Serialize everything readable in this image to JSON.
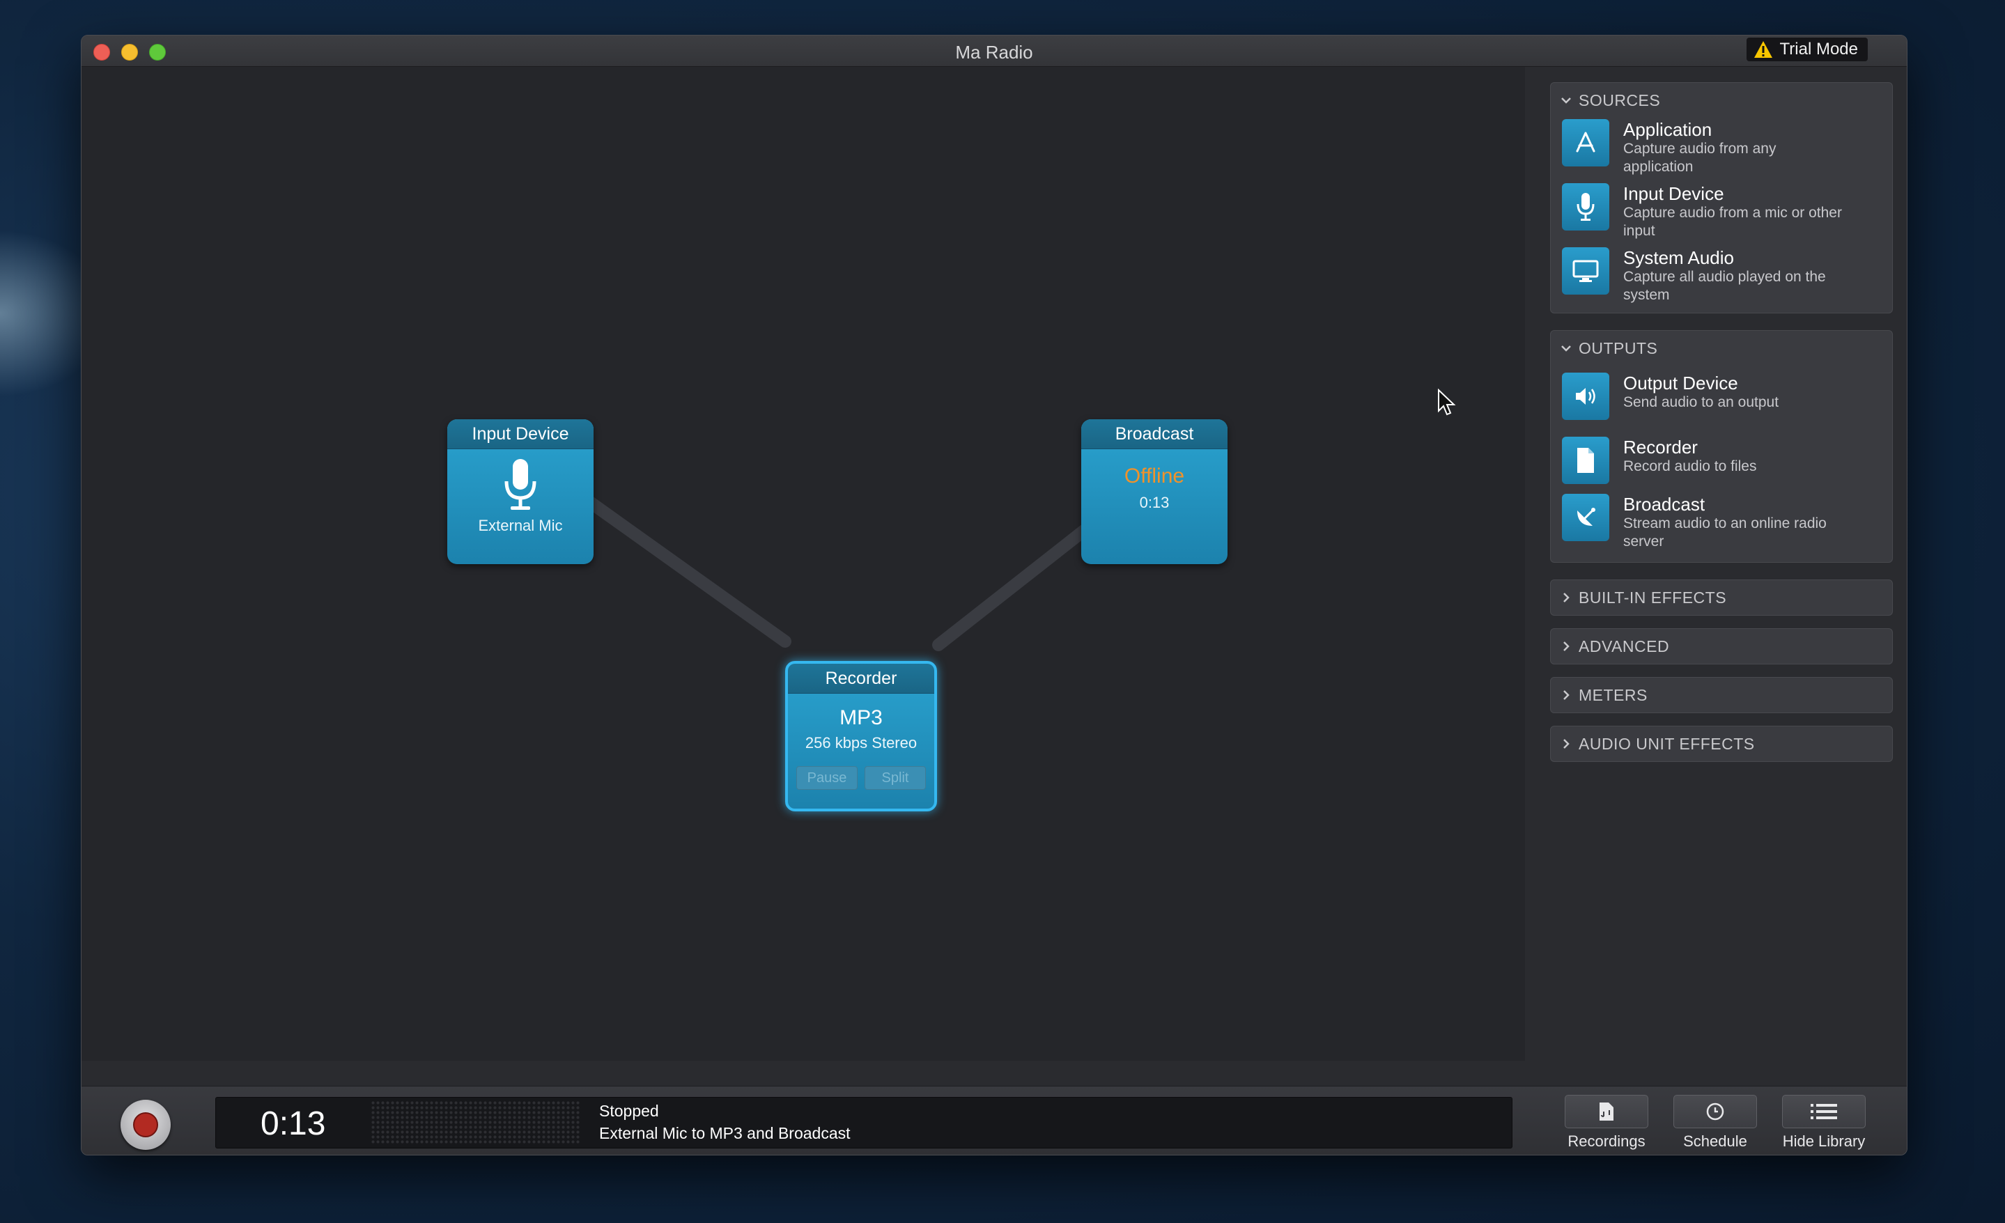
{
  "window": {
    "title": "Ma Radio",
    "trial_badge": "Trial Mode"
  },
  "canvas": {
    "nodes": {
      "input_device": {
        "title": "Input Device",
        "subtitle": "External Mic",
        "icon": "microphone-icon"
      },
      "broadcast": {
        "title": "Broadcast",
        "status": "Offline",
        "time": "0:13"
      },
      "recorder": {
        "title": "Recorder",
        "format": "MP3",
        "quality": "256 kbps Stereo",
        "pause_label": "Pause",
        "split_label": "Split"
      }
    }
  },
  "sidebar": {
    "sources": {
      "header": "SOURCES",
      "items": [
        {
          "title": "Application",
          "desc": "Capture audio from any application",
          "icon": "app-store-icon"
        },
        {
          "title": "Input Device",
          "desc": "Capture audio from a mic or other input",
          "icon": "microphone-icon"
        },
        {
          "title": "System Audio",
          "desc": "Capture all audio played on the system",
          "icon": "monitor-icon"
        }
      ]
    },
    "outputs": {
      "header": "OUTPUTS",
      "items": [
        {
          "title": "Output Device",
          "desc": "Send audio to an output",
          "icon": "speaker-icon"
        },
        {
          "title": "Recorder",
          "desc": "Record audio to files",
          "icon": "document-icon"
        },
        {
          "title": "Broadcast",
          "desc": "Stream audio to an online radio server",
          "icon": "satellite-dish-icon"
        }
      ]
    },
    "collapsed": [
      "BUILT-IN EFFECTS",
      "ADVANCED",
      "METERS",
      "AUDIO UNIT EFFECTS"
    ]
  },
  "bottom": {
    "time": "0:13",
    "status": "Stopped",
    "description": "External Mic to MP3 and Broadcast",
    "buttons": {
      "recordings": "Recordings",
      "schedule": "Schedule",
      "hide_library": "Hide Library"
    }
  },
  "colors": {
    "accent": "#2a9fcc",
    "offline": "#f0922a",
    "record": "#b22a22"
  }
}
